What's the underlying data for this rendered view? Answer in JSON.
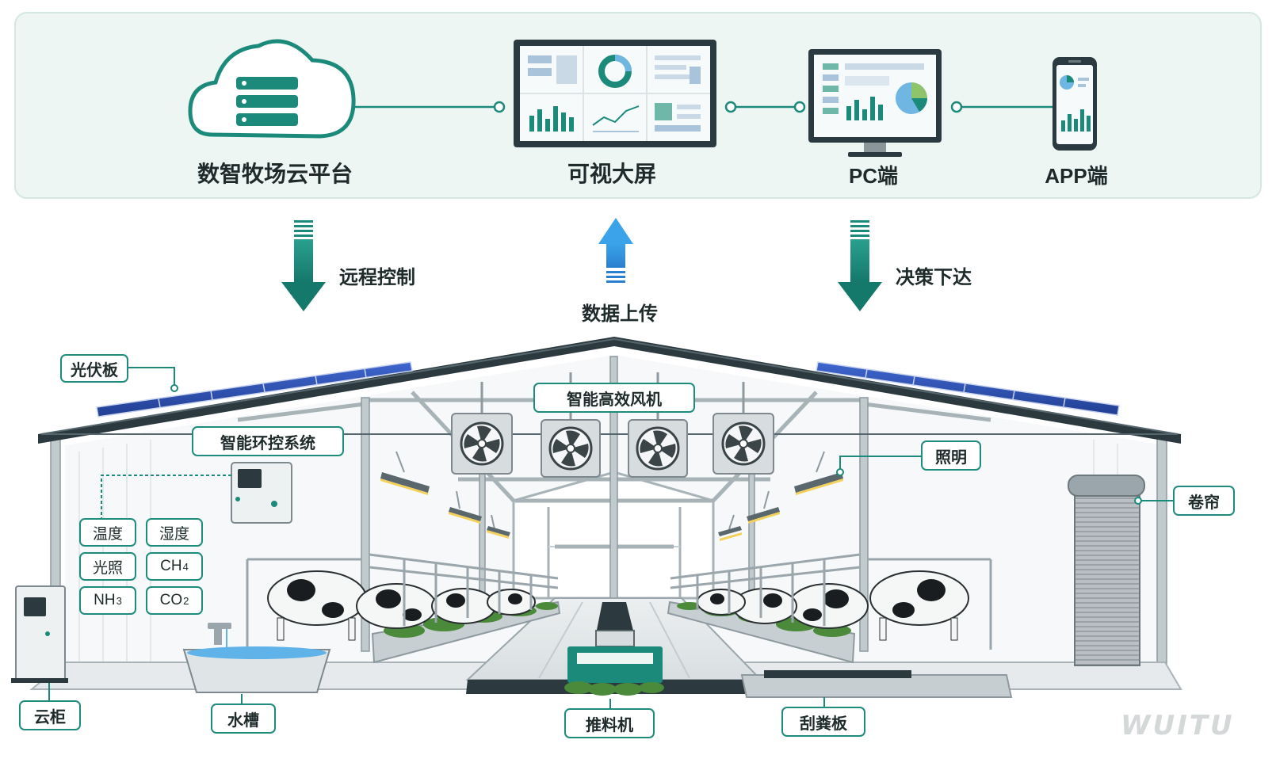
{
  "platform": {
    "cloud_label": "数智牧场云平台",
    "screen_label": "可视大屏",
    "pc_label": "PC端",
    "app_label": "APP端"
  },
  "flows": {
    "remote_control": "远程控制",
    "data_upload": "数据上传",
    "decision": "决策下达"
  },
  "barn": {
    "solar_panel": "光伏板",
    "env_control": "智能环控系统",
    "fans": "智能高效风机",
    "lighting": "照明",
    "curtain": "卷帘",
    "cloud_cabinet": "云柜",
    "water_trough": "水槽",
    "feed_pusher": "推料机",
    "scraper": "刮粪板"
  },
  "sensors": {
    "temperature": "温度",
    "humidity": "湿度",
    "light": "光照",
    "ch4": {
      "main": "CH",
      "sub": "4"
    },
    "nh3": {
      "main": "NH",
      "sub": "3"
    },
    "co2": {
      "main": "CO",
      "sub": "2"
    }
  },
  "watermark": "WUITU",
  "colors": {
    "accent_green": "#1e8c7d",
    "upload_blue": "#2f8fd8",
    "panel_bg": "#eef6f4",
    "solar_blue": "#2b4fb0"
  }
}
